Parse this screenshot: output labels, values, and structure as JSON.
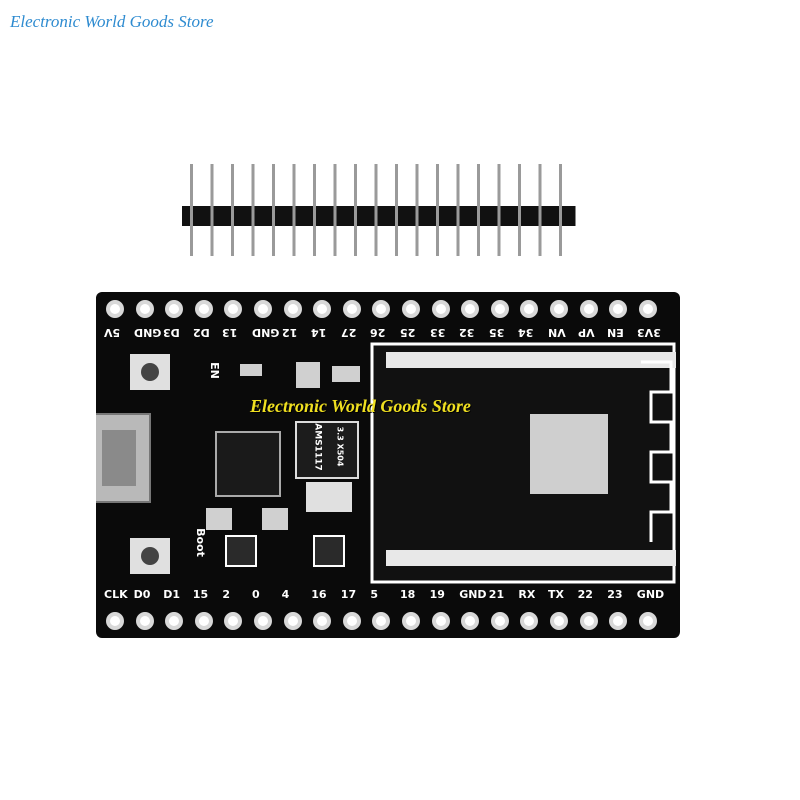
{
  "watermark": "Electronic World Goods Store",
  "board": {
    "top_pins": [
      "5V",
      "GND",
      "D3",
      "D2",
      "13",
      "GND",
      "12",
      "14",
      "27",
      "26",
      "25",
      "33",
      "32",
      "35",
      "34",
      "VN",
      "VP",
      "EN",
      "3V3"
    ],
    "bottom_pins": [
      "CLK",
      "D0",
      "D1",
      "15",
      "2",
      "0",
      "4",
      "16",
      "17",
      "5",
      "18",
      "19",
      "GND",
      "21",
      "RX",
      "TX",
      "22",
      "23",
      "GND"
    ],
    "silkscreen": {
      "en_label": "EN",
      "boot_label": "Boot",
      "regulator_text": "AMS1117",
      "regulator_sub": "3.3 X504"
    }
  },
  "pin_header_count": 19,
  "colors": {
    "board": "#0a0a0a",
    "silkscreen": "#ffffff",
    "watermark_top": "#2e8bd0",
    "watermark_mid": "#f0e020"
  }
}
